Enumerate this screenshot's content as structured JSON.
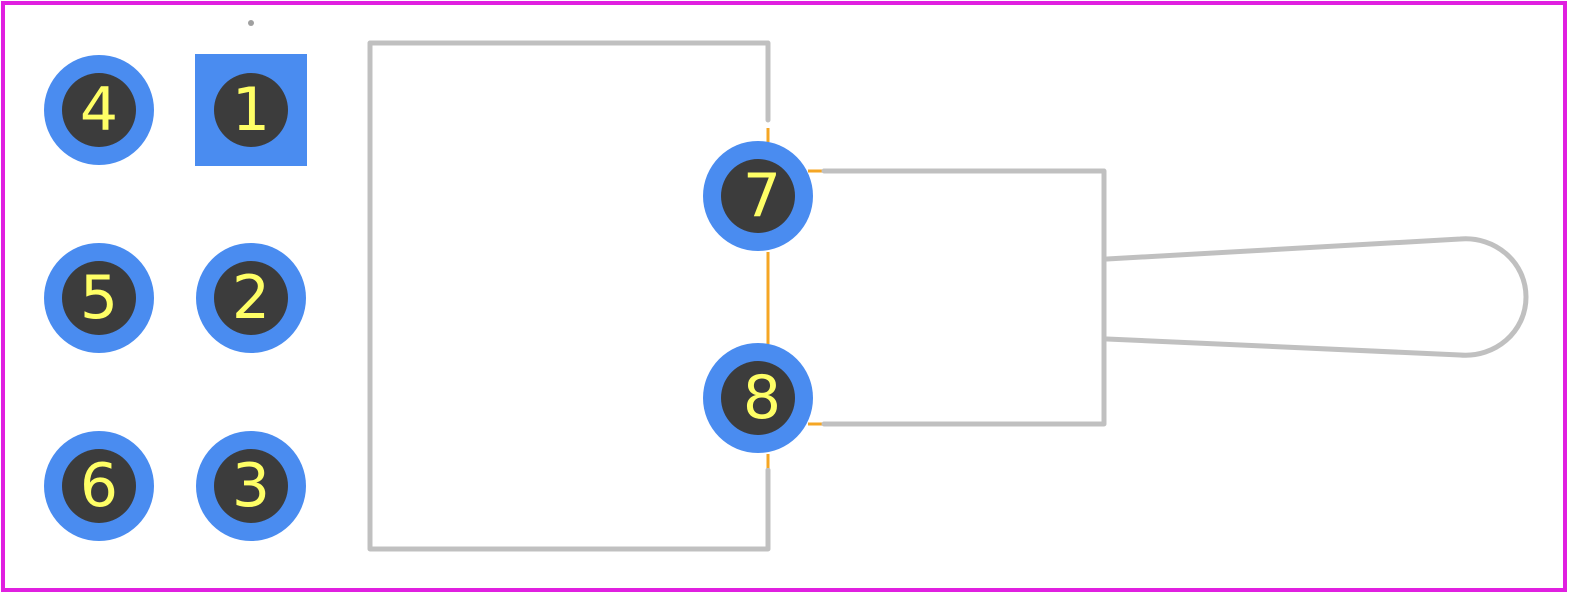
{
  "pads": [
    {
      "id": "pad-1",
      "label": "1",
      "shape": "square"
    },
    {
      "id": "pad-2",
      "label": "2",
      "shape": "round"
    },
    {
      "id": "pad-3",
      "label": "3",
      "shape": "round"
    },
    {
      "id": "pad-4",
      "label": "4",
      "shape": "round"
    },
    {
      "id": "pad-5",
      "label": "5",
      "shape": "round"
    },
    {
      "id": "pad-6",
      "label": "6",
      "shape": "round"
    },
    {
      "id": "pad-7",
      "label": "7",
      "shape": "round"
    },
    {
      "id": "pad-8",
      "label": "8",
      "shape": "round"
    }
  ],
  "colors": {
    "pad": "#4a8cf0",
    "drill": "#3c3c3c",
    "label": "#ffff66",
    "silkscreen": "#c0c0c0",
    "courtyard": "#e020e0",
    "fabrication": "#f5a623",
    "background": "#ffffff"
  }
}
